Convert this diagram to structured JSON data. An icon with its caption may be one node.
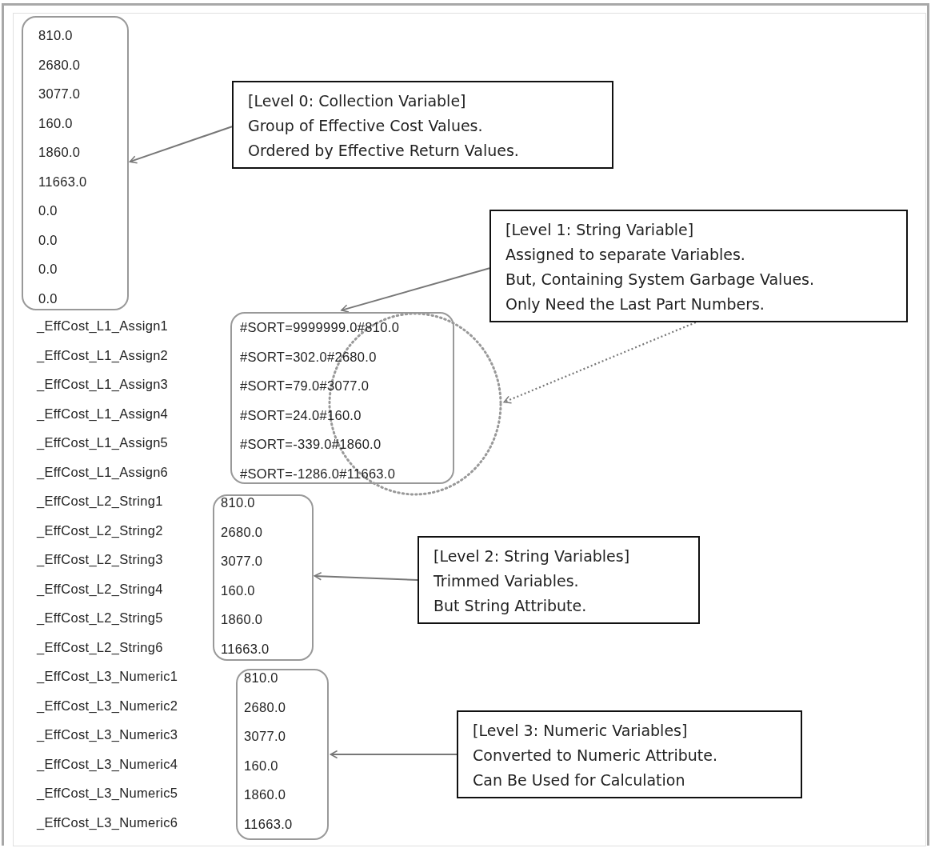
{
  "diagram": {
    "nodes": [
      {
        "text": [
          "810.0",
          "2680.0",
          "3077.0",
          "160.0",
          "1860.0",
          "11663.0",
          "0.0",
          "0.0",
          "0.0",
          "0.0"
        ]
      },
      {
        "text": [
          "[Level 0: Collection Variable]",
          "Group of Effective Cost Values.",
          "Ordered by Effective Return Values."
        ]
      },
      {
        "text": [
          "#SORT=9999999.0#810.0",
          "#SORT=302.0#2680.0",
          "#SORT=79.0#3077.0",
          "#SORT=24.0#160.0",
          "#SORT=-339.0#1860.0",
          "#SORT=-1286.0#11663.0"
        ]
      },
      {
        "text": [],
        "shape": "circle"
      },
      {
        "text": [
          "[Level 1: String Variable]",
          "Assigned to separate Variables.",
          "But, Containing System Garbage Values.",
          "Only Need the Last Part Numbers."
        ]
      },
      {
        "text": [
          "810.0",
          "2680.0",
          "3077.0",
          "160.0",
          "1860.0",
          "11663.0"
        ]
      },
      {
        "text": [
          "[Level 2: String Variables]",
          "Trimmed Variables.",
          "But String Attribute."
        ]
      },
      {
        "text": [
          "810.0",
          "2680.0",
          "3077.0",
          "160.0",
          "1860.0",
          "11663.0"
        ]
      },
      {
        "text": [
          "[Level 3: Numeric Variables]",
          "Converted to Numeric Attribute.",
          "Can Be Used for Calculation"
        ]
      }
    ],
    "edges": [
      {
        "from": 1,
        "to": 0,
        "arrow": "to"
      },
      {
        "from": 4,
        "to": 2,
        "arrow": "to"
      },
      {
        "from": 4,
        "to": 3,
        "arrow": "to",
        "style": "dashed"
      },
      {
        "from": 6,
        "to": 5,
        "arrow": "to"
      },
      {
        "from": 8,
        "to": 7,
        "arrow": "to"
      }
    ],
    "labels": [
      "_EffCost_L1_Assign1",
      "_EffCost_L1_Assign2",
      "_EffCost_L1_Assign3",
      "_EffCost_L1_Assign4",
      "_EffCost_L1_Assign5",
      "_EffCost_L1_Assign6",
      "_EffCost_L2_String1",
      "_EffCost_L2_String2",
      "_EffCost_L2_String3",
      "_EffCost_L2_String4",
      "_EffCost_L2_String5",
      "_EffCost_L2_String6",
      "_EffCost_L3_Numeric1",
      "_EffCost_L3_Numeric2",
      "_EffCost_L3_Numeric3",
      "_EffCost_L3_Numeric4",
      "_EffCost_L3_Numeric5",
      "_EffCost_L3_Numeric6"
    ]
  }
}
